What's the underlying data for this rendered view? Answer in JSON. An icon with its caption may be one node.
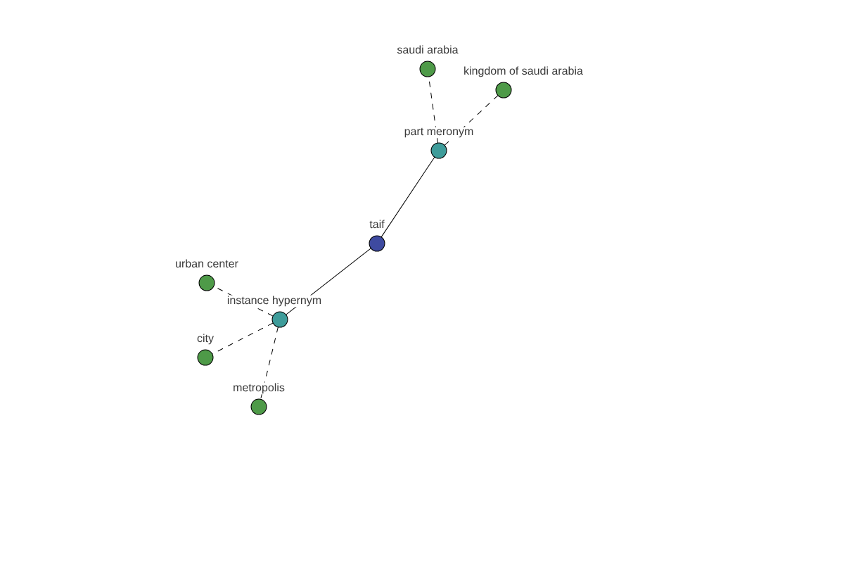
{
  "diagram": {
    "nodes": [
      {
        "text": [
          "saudi arabia"
        ]
      },
      {
        "text": [
          "kingdom of saudi arabia"
        ]
      },
      {
        "text": [
          "part meronym"
        ]
      },
      {
        "text": [
          "taif"
        ]
      },
      {
        "text": [
          "urban center"
        ]
      },
      {
        "text": [
          "instance hypernym"
        ]
      },
      {
        "text": [
          "city"
        ]
      },
      {
        "text": [
          "metropolis"
        ]
      }
    ],
    "edges": [
      {
        "from": 2,
        "to": 0,
        "arrow": "none",
        "style": "dashed"
      },
      {
        "from": 2,
        "to": 1,
        "arrow": "none",
        "style": "dashed"
      },
      {
        "from": 3,
        "to": 2,
        "arrow": "none"
      },
      {
        "from": 3,
        "to": 5,
        "arrow": "none"
      },
      {
        "from": 5,
        "to": 4,
        "arrow": "none",
        "style": "dashed"
      },
      {
        "from": 5,
        "to": 6,
        "arrow": "none",
        "style": "dashed"
      },
      {
        "from": 5,
        "to": 7,
        "arrow": "none",
        "style": "dashed"
      }
    ]
  }
}
